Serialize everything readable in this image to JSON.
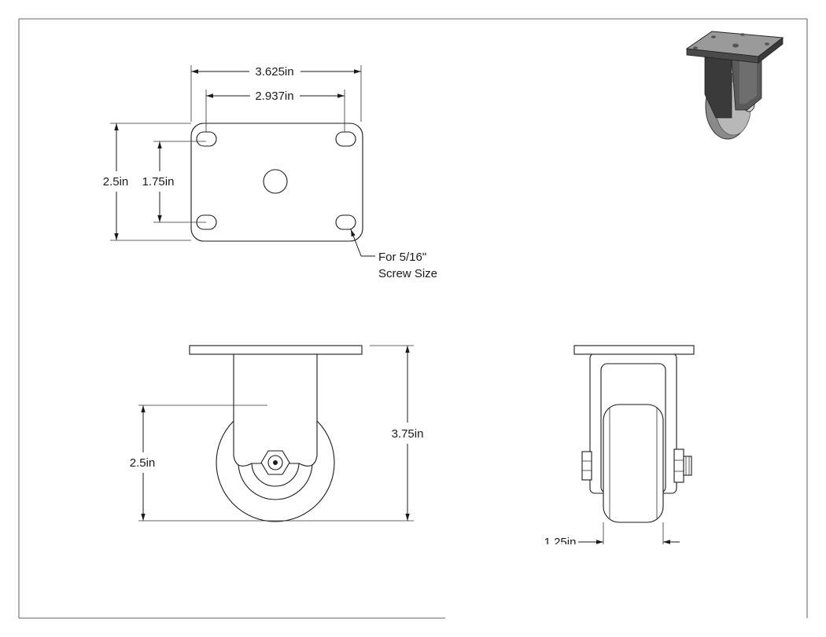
{
  "top_view": {
    "width_overall": "3.625in",
    "width_holes": "2.937in",
    "height_overall": "2.5in",
    "height_holes": "1.75in",
    "note_line1": "For 5/16\"",
    "note_line2": "Screw Size"
  },
  "front_view": {
    "axle_height": "2.5in",
    "overall_height": "3.75in"
  },
  "side_view": {
    "wheel_width": "1.25in"
  },
  "colors": {
    "line": "#1a1a1a",
    "background": "#ffffff",
    "render_dark": "#3a3a3a",
    "render_mid": "#7a7a7a",
    "render_light": "#b5b5b5"
  },
  "icons": {
    "isometric_render": "caster-isometric-render"
  }
}
